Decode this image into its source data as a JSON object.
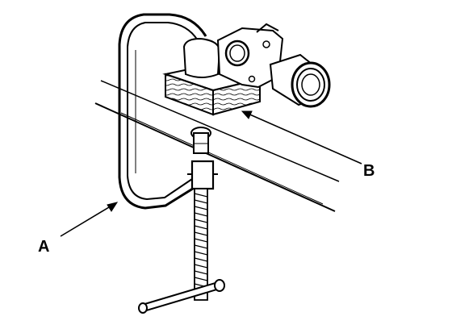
{
  "labels": {
    "a": "A",
    "b": "B"
  },
  "colors": {
    "ink": "#000000",
    "paper": "#ffffff"
  },
  "parts": {
    "a": "c-clamp",
    "b": "wood-block"
  }
}
